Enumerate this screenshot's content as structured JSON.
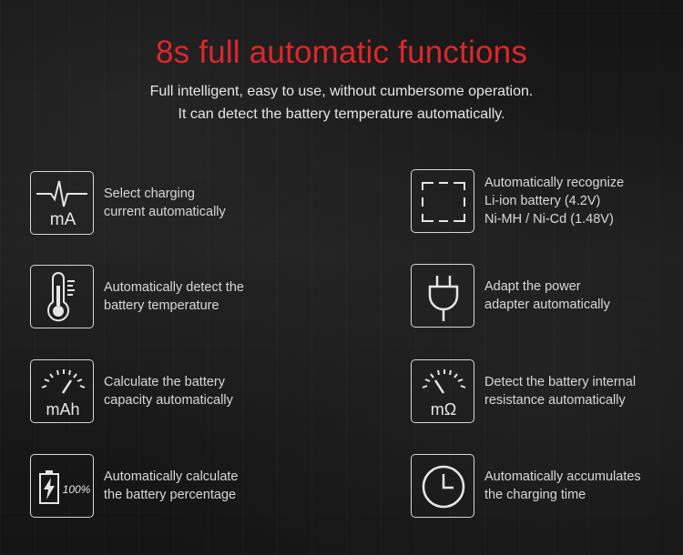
{
  "header": {
    "title": "8s full automatic functions",
    "subtitle_line1": "Full intelligent, easy to use, without cumbersome operation.",
    "subtitle_line2": "It can detect the battery temperature automatically."
  },
  "features": [
    {
      "icon": "current-wave-icon",
      "icon_text": "mA",
      "lines": [
        "Select charging",
        "current automatically"
      ]
    },
    {
      "icon": "recognize-frame-icon",
      "lines": [
        "Automatically recognize",
        "Li-ion battery (4.2V)",
        "Ni-MH / Ni-Cd (1.48V)"
      ]
    },
    {
      "icon": "thermometer-icon",
      "lines": [
        "Automatically detect the",
        "battery temperature"
      ]
    },
    {
      "icon": "power-plug-icon",
      "lines": [
        "Adapt the power",
        "adapter automatically"
      ]
    },
    {
      "icon": "capacity-gauge-icon",
      "icon_text": "mAh",
      "lines": [
        "Calculate the battery",
        "capacity automatically"
      ]
    },
    {
      "icon": "resistance-gauge-icon",
      "icon_text": "mΩ",
      "lines": [
        "Detect the battery internal",
        "resistance automatically"
      ]
    },
    {
      "icon": "battery-percent-icon",
      "icon_text": "100%",
      "lines": [
        "Automatically calculate",
        "the battery percentage"
      ]
    },
    {
      "icon": "clock-icon",
      "lines": [
        "Automatically accumulates",
        "the charging time"
      ]
    }
  ]
}
